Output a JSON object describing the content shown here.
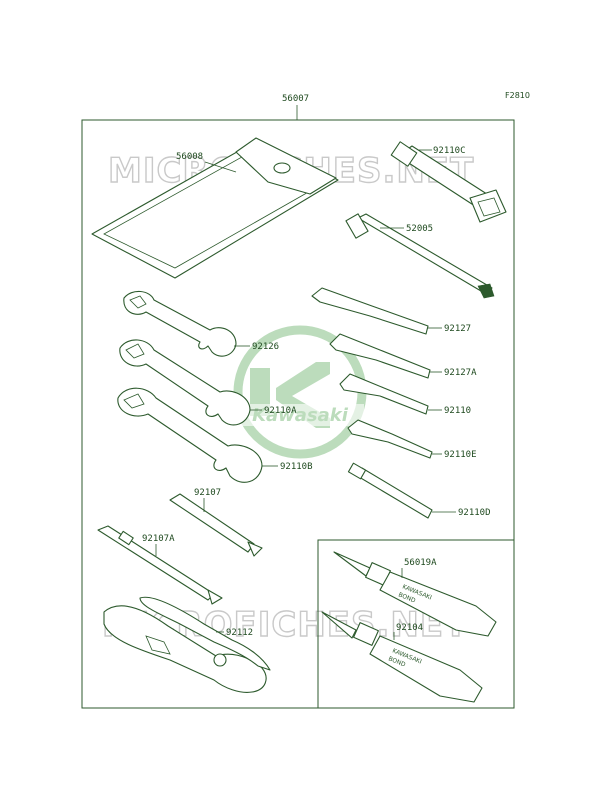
{
  "diagram": {
    "figure_code": "F2810",
    "watermark": "MICROFICHES.NET",
    "logo_text": "Kawasaki",
    "tube_text": [
      "KAWASAKI",
      "BOND"
    ],
    "parts": [
      {
        "id": "p-56007",
        "number": "56007"
      },
      {
        "id": "p-56008",
        "number": "56008"
      },
      {
        "id": "p-92110C",
        "number": "92110C"
      },
      {
        "id": "p-52005",
        "number": "52005"
      },
      {
        "id": "p-92127",
        "number": "92127"
      },
      {
        "id": "p-92127A",
        "number": "92127A"
      },
      {
        "id": "p-92110",
        "number": "92110"
      },
      {
        "id": "p-92110E",
        "number": "92110E"
      },
      {
        "id": "p-92110D",
        "number": "92110D"
      },
      {
        "id": "p-92126",
        "number": "92126"
      },
      {
        "id": "p-92110A",
        "number": "92110A"
      },
      {
        "id": "p-92110B",
        "number": "92110B"
      },
      {
        "id": "p-92107",
        "number": "92107"
      },
      {
        "id": "p-92107A",
        "number": "92107A"
      },
      {
        "id": "p-92112",
        "number": "92112"
      },
      {
        "id": "p-56019A",
        "number": "56019A"
      },
      {
        "id": "p-92104",
        "number": "92104"
      }
    ]
  }
}
